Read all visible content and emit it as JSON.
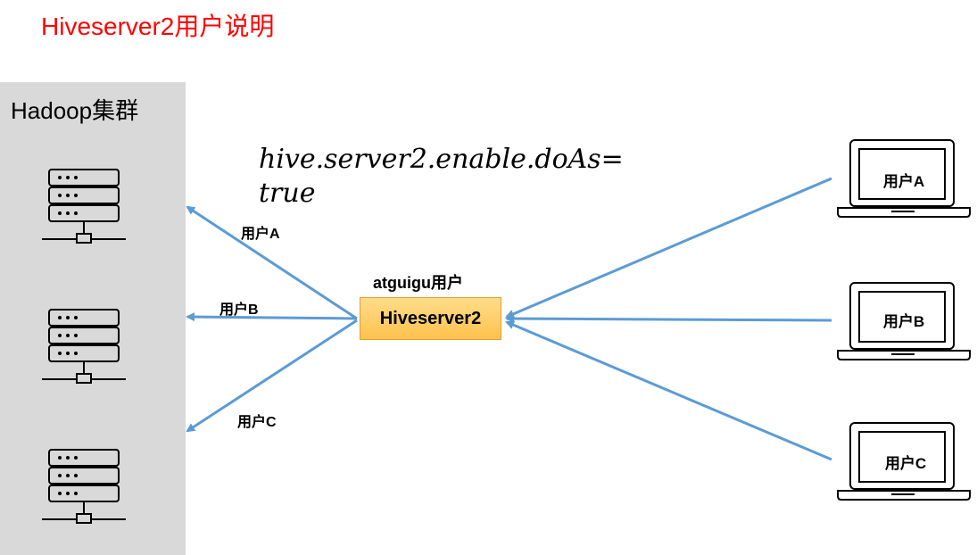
{
  "title": "Hiveserver2用户说明",
  "cluster": {
    "label": "Hadoop集群",
    "bg_color": "#d9d9d9"
  },
  "config_text": {
    "line1": "hive.server2.enable.doAs=",
    "line2": "true"
  },
  "hiveserver": {
    "user_label": "atguigu用户",
    "box_label": "Hiveserver2"
  },
  "server_arrow_labels": [
    "用户A",
    "用户B",
    "用户C"
  ],
  "clients": [
    {
      "label": "用户A"
    },
    {
      "label": "用户B"
    },
    {
      "label": "用户C"
    }
  ],
  "colors": {
    "title": "#ff0000",
    "arrow": "#5b9bd5",
    "hiveserver_fill": "#ffc24d"
  },
  "icons": {
    "server": "server-rack-icon",
    "client": "laptop-icon"
  }
}
